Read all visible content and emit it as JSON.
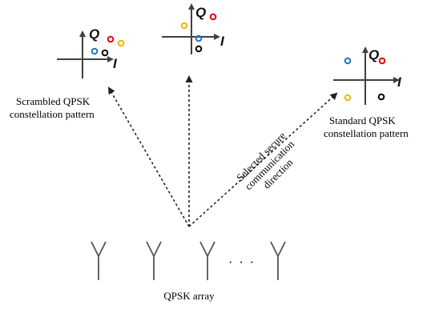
{
  "constellations": {
    "left": {
      "caption_line1": "Scrambled QPSK",
      "caption_line2": "constellation pattern",
      "q_label": "Q",
      "i_label": "I"
    },
    "middle": {
      "q_label": "Q",
      "i_label": "I"
    },
    "right": {
      "caption_line1": "Standard QPSK",
      "caption_line2": "constellation pattern",
      "q_label": "Q",
      "i_label": "I"
    }
  },
  "direction_label": {
    "line1": "Selected secure",
    "line2": "communication",
    "line3": "direction"
  },
  "array": {
    "dots": "· · ·",
    "label": "QPSK array"
  },
  "colors": {
    "red": "#e3000f",
    "yellow": "#f5b400",
    "blue": "#1e73be",
    "black": "#000000",
    "axis": "#404040"
  }
}
